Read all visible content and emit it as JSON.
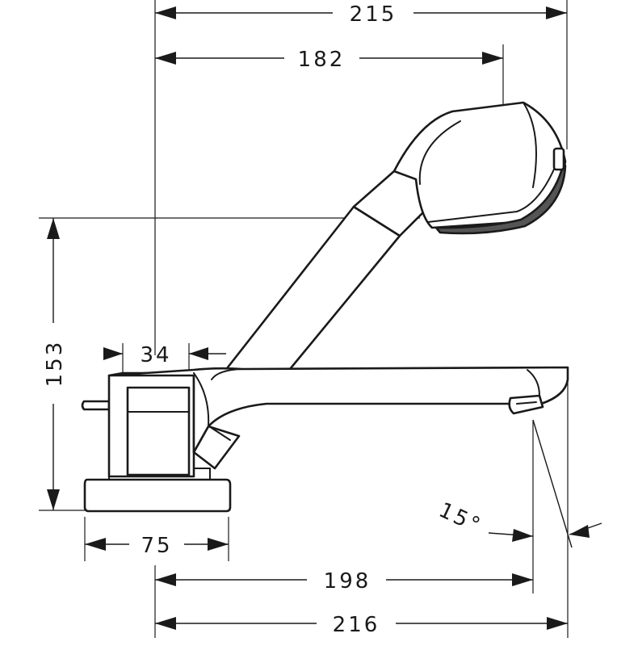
{
  "drawing": {
    "colors": {
      "line": "#1a1a1a",
      "background": "#ffffff"
    },
    "dimensions": {
      "overall_top_width": "215",
      "handshower_width": "182",
      "height": "153",
      "offset": "34",
      "base_width": "75",
      "angle": "15°",
      "spout_projection": "198",
      "overall_bottom_width": "216"
    }
  }
}
